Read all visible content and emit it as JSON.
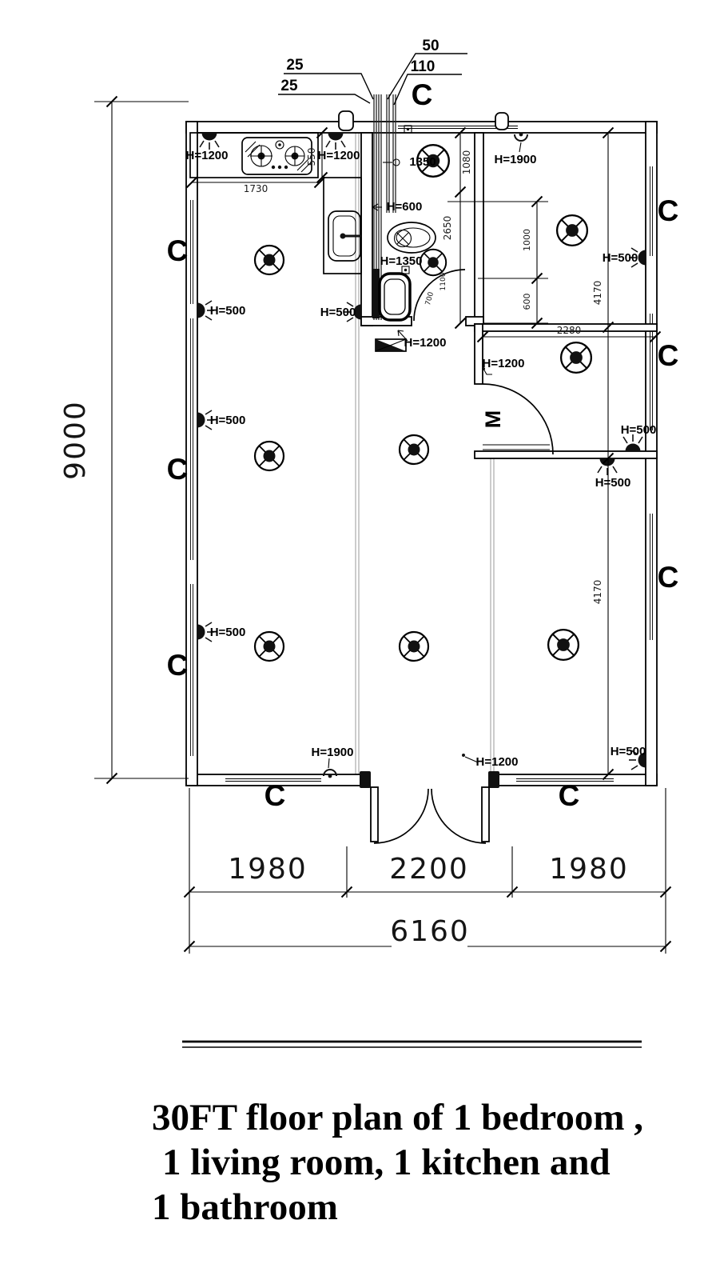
{
  "labels": {
    "window": "C",
    "door": "M",
    "h500": "H=500",
    "h600": "H=600",
    "h1200": "H=1200",
    "h1350": "H=1350",
    "h1900": "H=1900",
    "light1350": "1350",
    "pipe25": "25",
    "pipe50": "50",
    "pipe110": "110"
  },
  "dims": {
    "overall_height": "9000",
    "overall_width": "6160",
    "bay_left": "1980",
    "bay_mid": "2200",
    "bay_right": "1980",
    "counter_width": "1730",
    "counter_depth": "550",
    "bath_top": "1080",
    "bath_height": "2650",
    "seg_1000": "1000",
    "seg_600": "600",
    "room_width": "2280",
    "bedroom_a": "4170",
    "bedroom_b": "4170",
    "door_a": "1100",
    "door_b": "700"
  },
  "title": {
    "line1": "30FT floor plan of 1 bedroom ,",
    "line2": "1 living room, 1 kitchen and",
    "line3": "1 bathroom"
  }
}
